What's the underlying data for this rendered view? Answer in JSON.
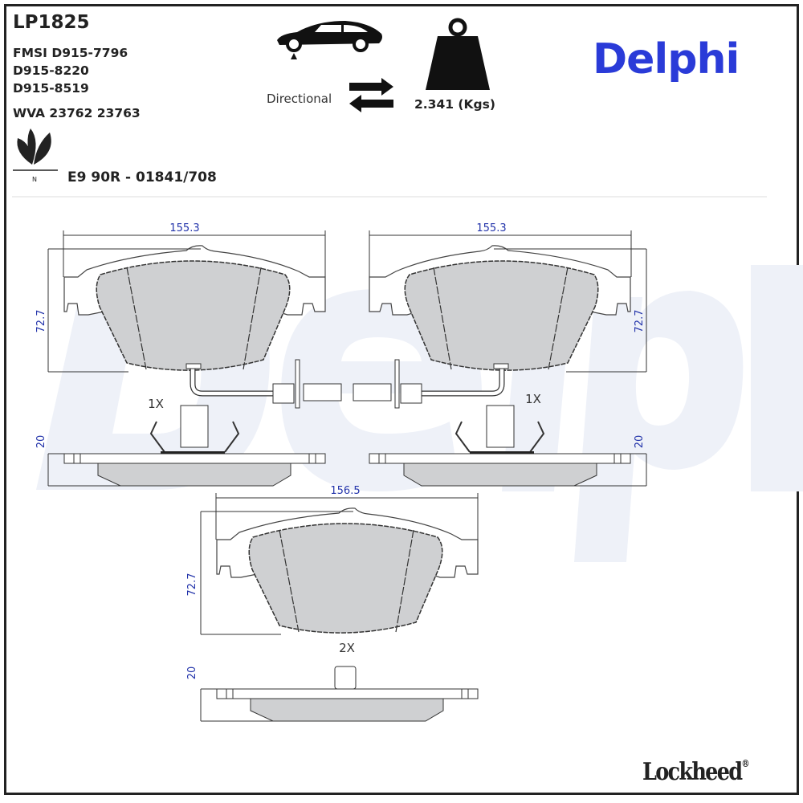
{
  "header": {
    "part_number": "LP1825",
    "references": [
      "FMSI D915-7796",
      "D915-8220",
      "D915-8519"
    ],
    "wva": "WVA 23762 23763",
    "ece_approval": "E9 90R - 01841/708",
    "eco_label": "N",
    "directional_label": "Directional",
    "weight": "2.341 (Kgs)"
  },
  "brand": {
    "logo": "Delphi",
    "watermark": "Delphi",
    "footer_logo": "Lockheed",
    "footer_mark": "®",
    "color": "#2a3bd8"
  },
  "drawings": {
    "front_left": {
      "width": "155.3",
      "height": "72.7",
      "thickness": "20",
      "quantity": "1X"
    },
    "front_right": {
      "width": "155.3",
      "height": "72.7",
      "thickness": "20",
      "quantity": "1X"
    },
    "rear": {
      "width": "156.5",
      "height": "72.7",
      "thickness": "20",
      "quantity": "2X"
    }
  }
}
